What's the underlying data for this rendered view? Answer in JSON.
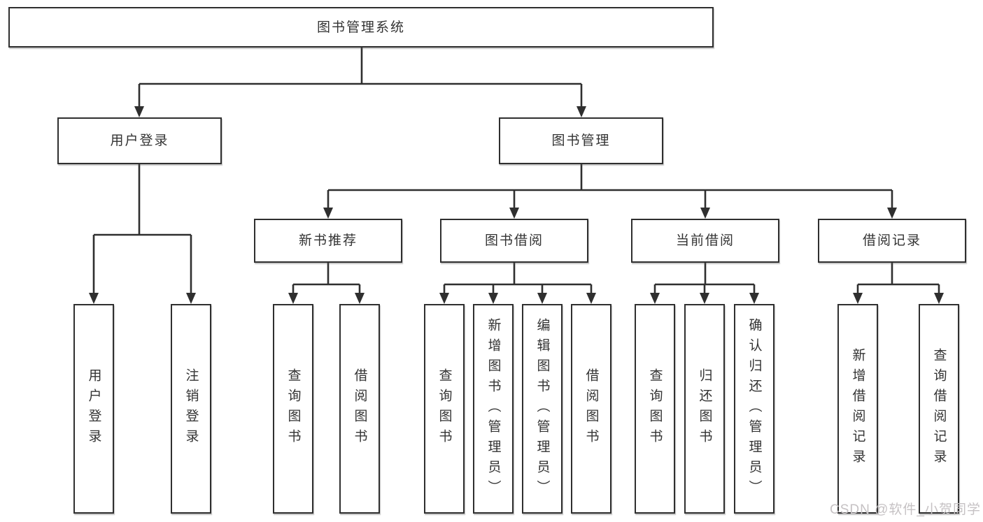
{
  "nodes": {
    "root": "图书管理系统",
    "user_login_branch": "用户登录",
    "book_mgmt_branch": "图书管理",
    "new_book_rec": "新书推荐",
    "book_borrow": "图书借阅",
    "current_borrow": "当前借阅",
    "borrow_records": "借阅记录",
    "leaf_user_login": "用户登录",
    "leaf_logout": "注销登录",
    "leaf_nb_query": "查询图书",
    "leaf_nb_borrow": "借阅图书",
    "leaf_bb_query": "查询图书",
    "leaf_bb_add": "新增图书（管理员）",
    "leaf_bb_edit": "编辑图书（管理员）",
    "leaf_bb_borrow": "借阅图书",
    "leaf_cb_query": "查询图书",
    "leaf_cb_return": "归还图书",
    "leaf_cb_confirm": "确认归还（管理员）",
    "leaf_br_add": "新增借阅记录",
    "leaf_br_query": "查询借阅记录"
  },
  "hierarchy": {
    "图书管理系统": {
      "用户登录": [
        "用户登录",
        "注销登录"
      ],
      "图书管理": {
        "新书推荐": [
          "查询图书",
          "借阅图书"
        ],
        "图书借阅": [
          "查询图书",
          "新增图书（管理员）",
          "编辑图书（管理员）",
          "借阅图书"
        ],
        "当前借阅": [
          "查询图书",
          "归还图书",
          "确认归还（管理员）"
        ],
        "借阅记录": [
          "新增借阅记录",
          "查询借阅记录"
        ]
      }
    }
  },
  "watermark": "CSDN @软件_小贺同学",
  "colors": {
    "line": "#2f2f2f",
    "text": "#333333",
    "background": "#ffffff",
    "watermark": "#c6c2c4"
  }
}
